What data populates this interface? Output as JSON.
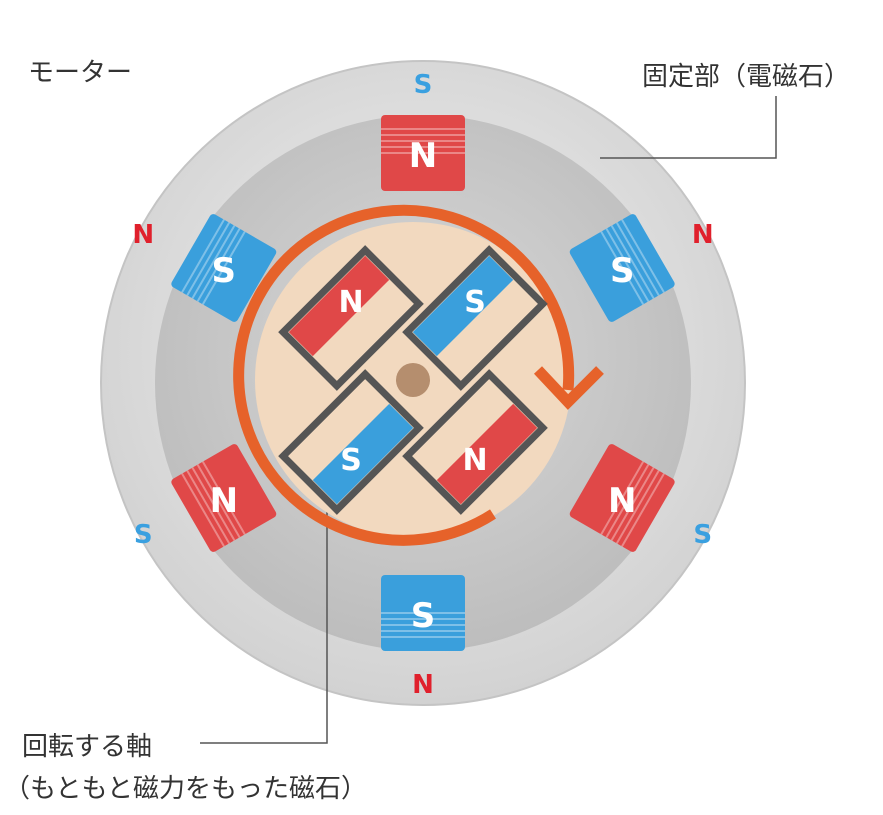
{
  "title": "モーター",
  "stator_label": "固定部（電磁石）",
  "rotor_label_line1": "回転する軸",
  "rotor_label_line2": "（もともと磁力をもった磁石）",
  "stator_magnets": [
    {
      "face": "N",
      "outer": "S"
    },
    {
      "face": "S",
      "outer": "N"
    },
    {
      "face": "N",
      "outer": "S"
    },
    {
      "face": "S",
      "outer": "N"
    },
    {
      "face": "N",
      "outer": "S"
    },
    {
      "face": "S",
      "outer": "N"
    }
  ],
  "rotor_magnets": [
    {
      "face": "N"
    },
    {
      "face": "S"
    },
    {
      "face": "S"
    },
    {
      "face": "N"
    }
  ],
  "colors": {
    "north": "#e04848",
    "south": "#3a9fdc",
    "north_text": "#e0202c",
    "south_text": "#3aa0e0",
    "arrow": "#e6622a",
    "rotor": "#f2d9bf",
    "outer_ring": "#dcdcdc",
    "inner_ring": "#c8c8c8"
  },
  "icons": [
    "rotation-arrow-icon",
    "shaft-hub-icon"
  ]
}
